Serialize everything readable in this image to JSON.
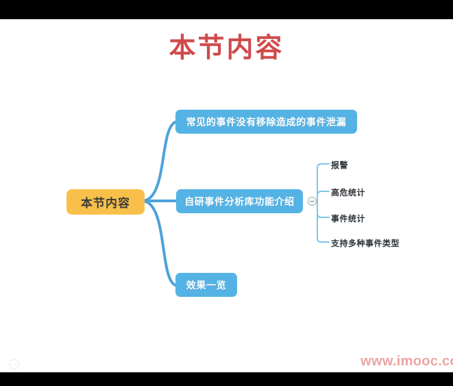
{
  "slide": {
    "title": "本节内容",
    "title_color": "#d04a4a",
    "background": "#ffffff"
  },
  "mindmap": {
    "root": {
      "label": "本节内容",
      "fill": "#f8c04a",
      "text_color": "#3b3b3b"
    },
    "branch_color": "#54b3e4",
    "branches": [
      {
        "label": "常见的事件没有移除造成的事件泄漏",
        "children": []
      },
      {
        "label": "自研事件分析库功能介绍",
        "toggle": "minus-circle",
        "children": [
          {
            "label": "报警"
          },
          {
            "label": "高危统计"
          },
          {
            "label": "事件统计"
          },
          {
            "label": "支持多种事件类型"
          }
        ]
      },
      {
        "label": "效果一览",
        "children": []
      }
    ]
  },
  "watermark": {
    "text": "www.imooc.co",
    "color": "#eaa6a3"
  }
}
